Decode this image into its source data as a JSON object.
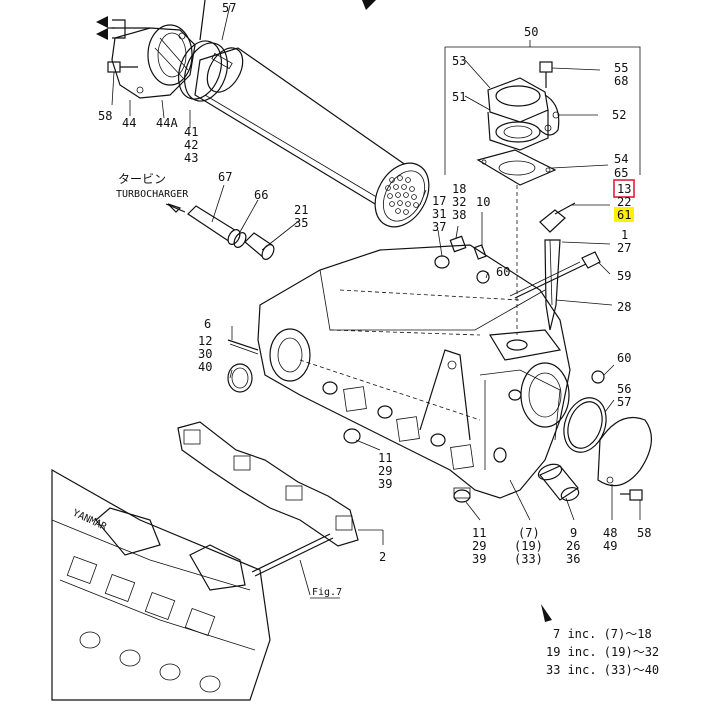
{
  "labels": {
    "l50": "50",
    "l53": "53",
    "l55": "55",
    "l68": "68",
    "l51": "51",
    "l52": "52",
    "l54": "54",
    "l65": "65",
    "l13": "13",
    "l22": "22",
    "l61": "61",
    "l1": "1",
    "l27": "27",
    "l59": "59",
    "l28": "28",
    "l60a": "60",
    "l60b": "60",
    "l56": "56",
    "l57a": "57",
    "l57b": "57",
    "l48": "48",
    "l49": "49",
    "l58a": "58",
    "l58b": "58",
    "l44": "44",
    "l44a": "44A",
    "l41": "41",
    "l42": "42",
    "l43": "43",
    "l67": "67",
    "l66": "66",
    "l21": "21",
    "l35": "35",
    "l17": "17",
    "l31": "31",
    "l37": "37",
    "l18": "18",
    "l32": "32",
    "l38": "38",
    "l10": "10",
    "l6": "6",
    "l12": "12",
    "l30": "30",
    "l40": "40",
    "l11a": "11",
    "l29a": "29",
    "l39a": "39",
    "l11b": "11",
    "l29b": "29",
    "l39b": "39",
    "l7": "(7)",
    "l19": "(19)",
    "l33": "(33)",
    "l9": "9",
    "l26": "26",
    "l36": "36",
    "l2": "2",
    "turbo_jp": "タービン",
    "turbo_en": "TURBOCHARGER",
    "fig": "Fig.7"
  },
  "notes": [
    "7 inc. (7)～18",
    "19 inc. (19)～32",
    "33 inc. (33)～40"
  ],
  "highlight": {
    "red_box": "#e0203a",
    "yellow": "#fff200"
  }
}
